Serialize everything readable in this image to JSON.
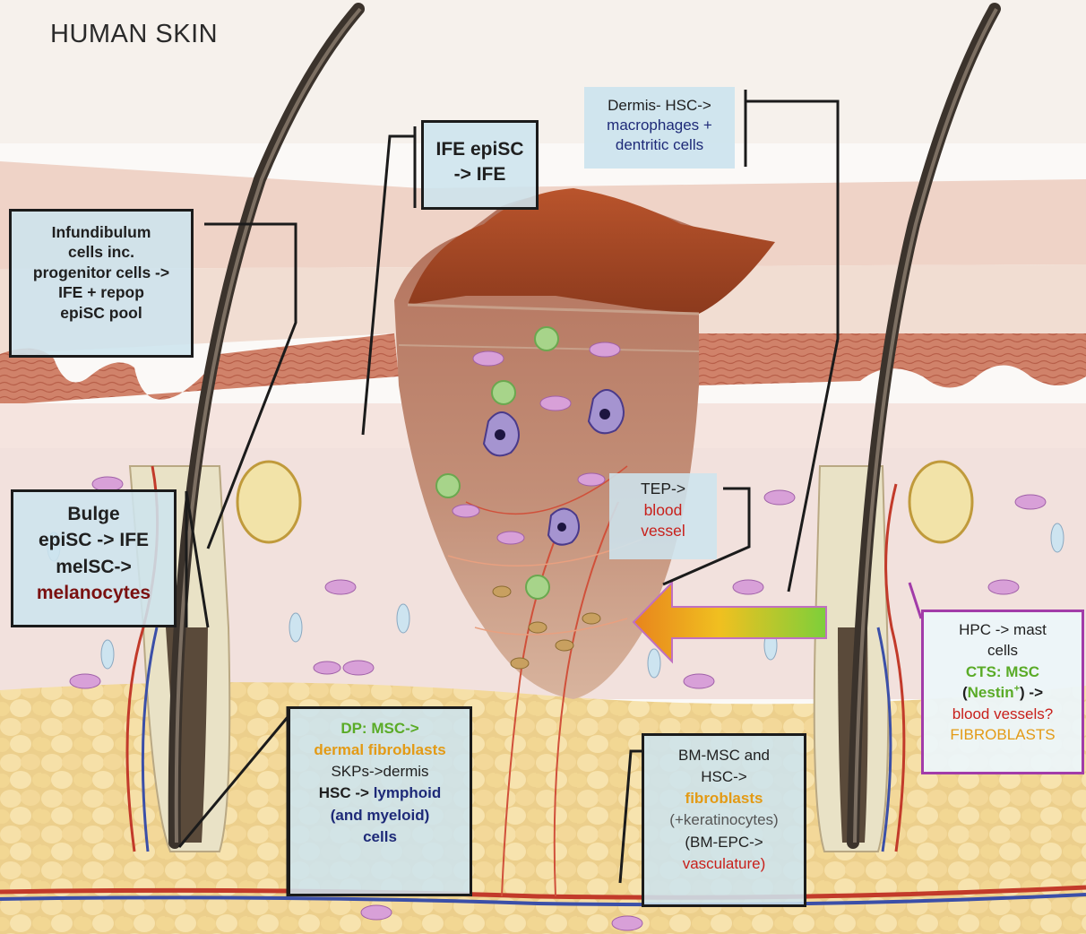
{
  "title": "HUMAN SKIN",
  "colors": {
    "label_fill": "#cde4ee",
    "leader_line": "#1b1b1b",
    "mesenchymal_green": "#5aab27",
    "fibroblast_orange": "#e39a15",
    "hematopoietic_navy": "#1e2a78",
    "vessel_red": "#c8201b",
    "melanocyte_maroon": "#7a1010",
    "hpc_box_border": "#a23ca9",
    "migration_arrow": [
      "#7dcf3a",
      "#f0c020",
      "#e8841c"
    ],
    "epidermis": "#cf7a5a",
    "dermis": "#f3ddd6",
    "hypodermis_fat": "#f1d494",
    "wound_scab": "#9a4522"
  },
  "labels": {
    "infundibulum": {
      "lines": [
        "Infundibulum",
        "cells inc.",
        "progenitor cells ->",
        "IFE + repop",
        "epiSC pool"
      ]
    },
    "ife": {
      "lines": [
        "IFE epiSC",
        "-> IFE"
      ]
    },
    "dermis_hsc": {
      "line1": "Dermis- HSC->",
      "line2": "macrophages +",
      "line3": "dentritic cells"
    },
    "bulge": {
      "line1": "Bulge",
      "line2": "epiSC -> IFE",
      "line3": "melSC->",
      "line4": "melanocytes"
    },
    "tep": {
      "line1": "TEP->",
      "line2": "blood",
      "line3": "vessel"
    },
    "hpc": {
      "line1": "HPC -> mast",
      "line2": "cells",
      "line3_a": "CTS: MSC",
      "line4_a": "(",
      "line4_b": "Nestin",
      "line4_sup": "+",
      "line4_c": ") ->",
      "line5": "blood vessels?",
      "line6": "FIBROBLASTS"
    },
    "dp": {
      "line1": "DP: MSC->",
      "line2": "dermal fibroblasts",
      "line3": "SKPs->dermis",
      "line4_a": "HSC -> ",
      "line4_b": "lymphoid",
      "line5": "(and myeloid)",
      "line6": "cells"
    },
    "bm": {
      "line1": "BM-MSC and",
      "line2": "HSC->",
      "line3": "fibroblasts",
      "line4": "(+keratinocytes)",
      "line5": "(BM-EPC->",
      "line6": "vasculature)"
    }
  }
}
